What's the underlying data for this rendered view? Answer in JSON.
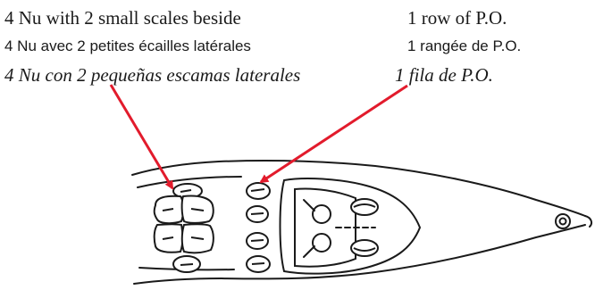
{
  "labels": {
    "left": {
      "en": "4 Nu with 2 small scales beside",
      "fr": "4 Nu avec 2 petites écailles latérales",
      "es": "4 Nu con 2 pequeñas escamas laterales"
    },
    "right": {
      "en": "1 row of P.O.",
      "fr": "1 rangée de P.O.",
      "es": "1 fila de P.O."
    }
  },
  "colors": {
    "arrow": "#e21b2c",
    "outline": "#1a1a1a",
    "text": "#1a1a1a"
  }
}
